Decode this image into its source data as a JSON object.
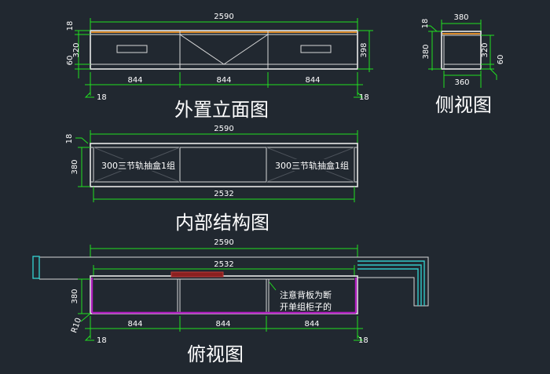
{
  "elevation": {
    "title": "外置立面图",
    "total_width": "2590",
    "widths": [
      "844",
      "844",
      "844"
    ],
    "heights_left": [
      "18",
      "320",
      "60"
    ],
    "height_total": "398",
    "bottom_left": "18",
    "bottom_right": "18"
  },
  "side_view": {
    "title": "侧视图",
    "top_width": "380",
    "bottom_width": "360",
    "height_left": "380",
    "height_right": [
      "320",
      "60"
    ],
    "top_marker": "18"
  },
  "internal": {
    "title": "内部结构图",
    "total_width": "2590",
    "inner_width": "2532",
    "top_marker": "18",
    "height": "380",
    "drawer_left": "300三节轨抽盒1组",
    "drawer_right": "300三节轨抽盒1组"
  },
  "plan": {
    "title": "俯视图",
    "total_width": "2590",
    "inner_width": "2532",
    "height": "380",
    "widths": [
      "844",
      "844",
      "844"
    ],
    "radius": "R10",
    "bottom_left": "18",
    "bottom_right": "18",
    "note_line1": "注意背板为断",
    "note_line2": "开单组柜子的"
  },
  "colors": {
    "background": "#212830",
    "dimension": "#21e021",
    "outline": "#d8d8d8",
    "panel": "#b01fbf",
    "wall": "#33c8c8",
    "accent": "#d98a2b"
  }
}
